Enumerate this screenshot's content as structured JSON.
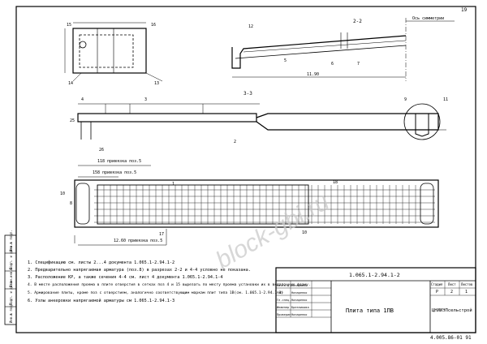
{
  "sheet": {
    "page_number": "19",
    "bottom_code": "4.005.86-01  91",
    "watermark": "block-gbi.ru"
  },
  "views": {
    "section_2_2": "2-2",
    "section_3_3": "3-3",
    "axis_label": "Ось симметрии",
    "plan_dims": [
      "118 привязка поз.5",
      "158 привязка поз.5",
      "12.60 привязка поз.5"
    ],
    "main_length": "11.90"
  },
  "callouts": [
    "15",
    "16",
    "13",
    "14",
    "12",
    "5",
    "6",
    "7",
    "4",
    "3",
    "1",
    "18",
    "8",
    "10",
    "9",
    "11",
    "2",
    "17",
    "25",
    "26",
    "10"
  ],
  "notes": [
    "1. Спецификацию см. листы 2...4 документа 1.065.1-2.94.1-2",
    "2. Предварительно напрягаемая арматура (поз.8) в разрезах 2-2 и 4-4 условно не показана.",
    "3. Расположение КР, а также сечения 4-4 см. лист 4 документа 1.065.1-2.94.1-4",
    "4. В месте расположения проема в плите отверстия в сетках поз 4 и 15 вырезать по месту проема установки их в вкладочную форму.",
    "5. Армирование плиты, кроме поз с отверстием, аналогично соответствующим маркам плит типа 1В(см. 1.065.1-2.94.1-1)",
    "6. Узлы анкеровки напрягаемой арматуры см 1.065.1-2.94.1-3"
  ],
  "side_stamp": [
    "Инв.№ подл.",
    "Подп. и дата",
    "Взам.инв.№",
    "Подп. и дата",
    "Инв.№ подл."
  ],
  "title_block": {
    "doc_code": "1.065.1-2.94.1-2",
    "title": "Плита типа 1ПВ",
    "org": "ЦНИИЭПсельстрой",
    "col_headers": [
      "Стадия",
      "Лист",
      "Листов"
    ],
    "col_values": [
      "Р",
      "2",
      "1"
    ],
    "rows": [
      {
        "role": "Нач.отд.",
        "name": "Назаренко"
      },
      {
        "role": "ГИП",
        "name": "Назаренко"
      },
      {
        "role": "Гл.спец.",
        "name": "Назаренко"
      },
      {
        "role": "Инженер",
        "name": "Брезникова"
      },
      {
        "role": "Проверил",
        "name": "Назаренко"
      }
    ]
  }
}
